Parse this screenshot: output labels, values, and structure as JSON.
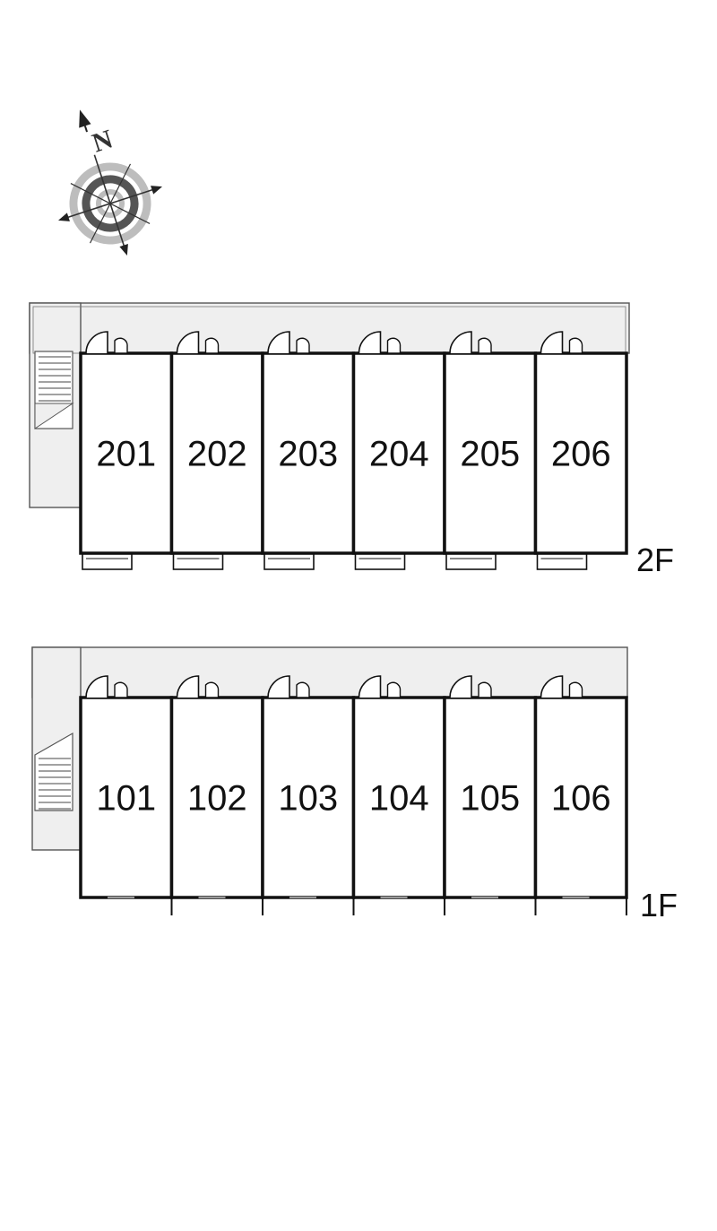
{
  "compass": {
    "label": "N"
  },
  "floors": [
    {
      "label": "2F",
      "units": [
        "201",
        "202",
        "203",
        "204",
        "205",
        "206"
      ]
    },
    {
      "label": "1F",
      "units": [
        "101",
        "102",
        "103",
        "104",
        "105",
        "106"
      ]
    }
  ],
  "colors": {
    "corridor": "#efefef",
    "wall": "#111111",
    "compass_dark": "#555555",
    "compass_light": "#bdbdbd"
  }
}
